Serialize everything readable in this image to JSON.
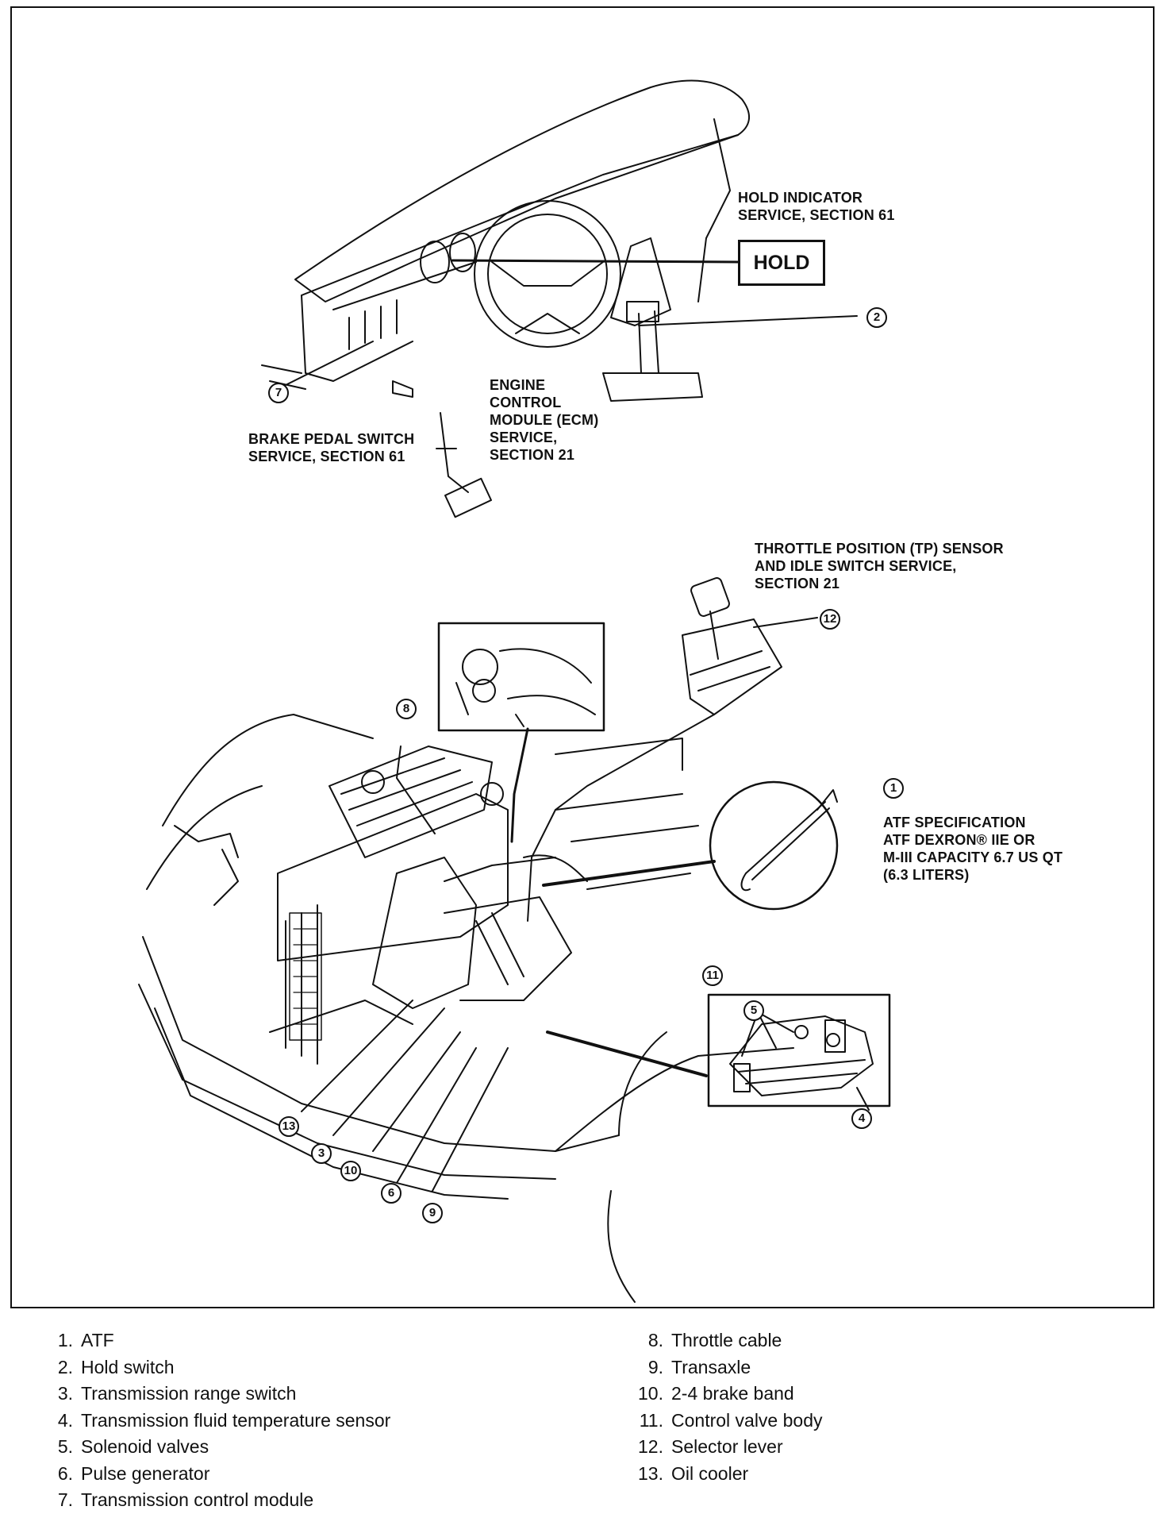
{
  "callouts": {
    "hold_indicator": "HOLD INDICATOR\nSERVICE, SECTION 61",
    "hold_label": "HOLD",
    "ecm": "ENGINE\nCONTROL\nMODULE (ECM)\nSERVICE,\nSECTION 21",
    "brake": "BRAKE PEDAL SWITCH\nSERVICE, SECTION 61",
    "tp_sensor": "THROTTLE POSITION (TP) SENSOR\nAND IDLE SWITCH SERVICE,\nSECTION 21",
    "atf_spec": "ATF SPECIFICATION\nATF DEXRON® IIE OR\nM-III CAPACITY 6.7 US QT\n(6.3 LITERS)"
  },
  "markers": {
    "m1": "1",
    "m2": "2",
    "m3": "3",
    "m4": "4",
    "m5": "5",
    "m6": "6",
    "m7": "7",
    "m8": "8",
    "m9": "9",
    "m10": "10",
    "m11": "11",
    "m12": "12",
    "m13": "13"
  },
  "legend": {
    "left": [
      {
        "num": "1.",
        "text": "ATF"
      },
      {
        "num": "2.",
        "text": "Hold switch"
      },
      {
        "num": "3.",
        "text": "Transmission range switch"
      },
      {
        "num": "4.",
        "text": "Transmission fluid temperature sensor"
      },
      {
        "num": "5.",
        "text": "Solenoid valves"
      },
      {
        "num": "6.",
        "text": "Pulse generator"
      },
      {
        "num": "7.",
        "text": "Transmission control module"
      }
    ],
    "right": [
      {
        "num": "8.",
        "text": "Throttle cable"
      },
      {
        "num": "9.",
        "text": "Transaxle"
      },
      {
        "num": "10.",
        "text": "2-4 brake band"
      },
      {
        "num": "11.",
        "text": "Control valve body"
      },
      {
        "num": "12.",
        "text": "Selector lever"
      },
      {
        "num": "13.",
        "text": "Oil cooler"
      }
    ]
  }
}
